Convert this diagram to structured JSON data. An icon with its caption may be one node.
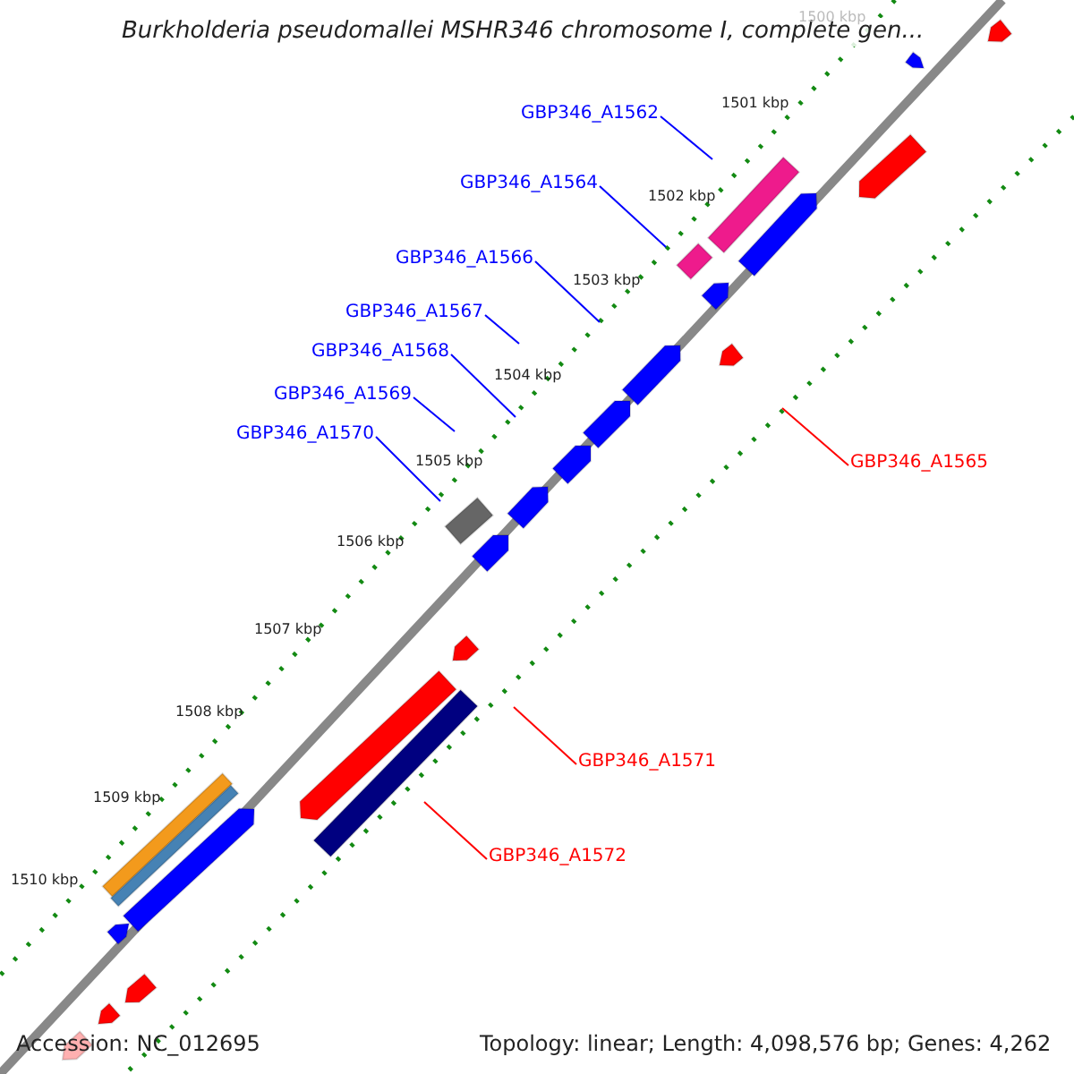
{
  "diagram": {
    "title": "Burkholderia pseudomallei MSHR346 chromosome I, complete gen...",
    "nodes": [
      {
        "text": [
          "GBP346_A1562"
        ]
      },
      {
        "text": [
          "GBP346_A1564"
        ]
      },
      {
        "text": [
          "GBP346_A1566"
        ]
      },
      {
        "text": [
          "GBP346_A1567"
        ]
      },
      {
        "text": [
          "GBP346_A1568"
        ]
      },
      {
        "text": [
          "GBP346_A1569"
        ]
      },
      {
        "text": [
          "GBP346_A1570"
        ]
      },
      {
        "text": [
          "GBP346_A1565"
        ]
      },
      {
        "text": [
          "GBP346_A1571"
        ]
      },
      {
        "text": [
          "GBP346_A1572"
        ]
      }
    ],
    "edges": [
      {
        "from": 0,
        "to": null,
        "arrow": "none"
      },
      {
        "from": 1,
        "to": null,
        "arrow": "none"
      },
      {
        "from": 2,
        "to": null,
        "arrow": "none"
      },
      {
        "from": 3,
        "to": null,
        "arrow": "none"
      },
      {
        "from": 4,
        "to": null,
        "arrow": "none"
      },
      {
        "from": 5,
        "to": null,
        "arrow": "none"
      },
      {
        "from": 6,
        "to": null,
        "arrow": "none"
      },
      {
        "from": 7,
        "to": null,
        "arrow": "none",
        "color": "#ff0000"
      },
      {
        "from": 8,
        "to": null,
        "arrow": "none",
        "color": "#ff0000"
      },
      {
        "from": 9,
        "to": null,
        "arrow": "none",
        "color": "#ff0000"
      }
    ],
    "labels": [
      "1500 kbp",
      "1501 kbp",
      "1502 kbp",
      "1503 kbp",
      "1504 kbp",
      "1505 kbp",
      "1506 kbp",
      "1507 kbp",
      "1508 kbp",
      "1509 kbp",
      "1510 kbp",
      "Accession: NC_012695",
      "Topology: linear; Length: 4,098,576 bp; Genes: 4,262"
    ]
  }
}
